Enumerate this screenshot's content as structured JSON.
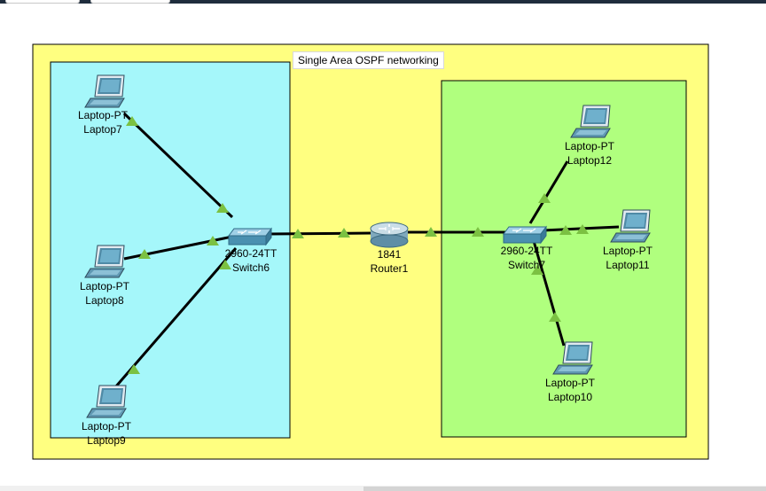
{
  "diagram": {
    "title": "Single Area OSPF networking",
    "colors": {
      "outer_area": "#ffff80",
      "left_area": "#a5f7fa",
      "right_area": "#b0ff7e",
      "link": "#000000",
      "link_light": "#7bc142"
    },
    "devices": {
      "laptop7": {
        "model": "Laptop-PT",
        "name": "Laptop7"
      },
      "laptop8": {
        "model": "Laptop-PT",
        "name": "Laptop8"
      },
      "laptop9": {
        "model": "Laptop-PT",
        "name": "Laptop9"
      },
      "switch6": {
        "model": "2960-24TT",
        "name": "Switch6"
      },
      "router1": {
        "model": "1841",
        "name": "Router1"
      },
      "switch7": {
        "model": "2960-24TT",
        "name": "Switch7"
      },
      "laptop12": {
        "model": "Laptop-PT",
        "name": "Laptop12"
      },
      "laptop11": {
        "model": "Laptop-PT",
        "name": "Laptop11"
      },
      "laptop10": {
        "model": "Laptop-PT",
        "name": "Laptop10"
      }
    }
  }
}
